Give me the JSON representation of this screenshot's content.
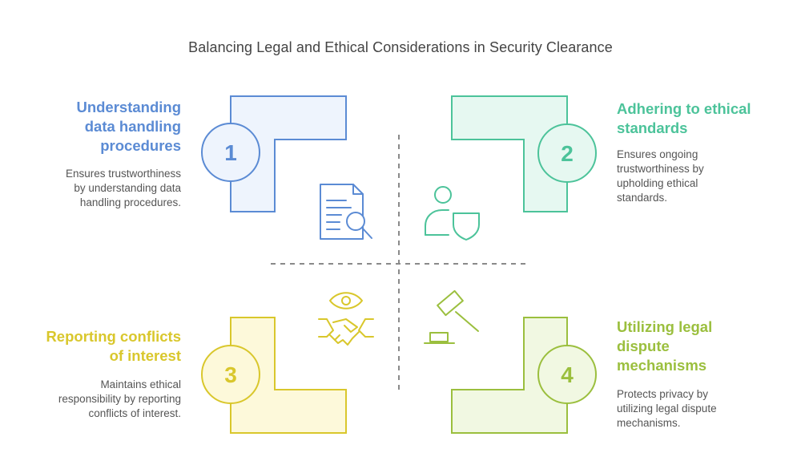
{
  "title": "Balancing Legal and Ethical Considerations in Security Clearance",
  "quadrants": [
    {
      "number": "1",
      "heading_lines": [
        "Understanding",
        "data handling",
        "procedures"
      ],
      "description_lines": [
        "Ensures trustworthiness",
        "by understanding data",
        "handling procedures."
      ],
      "color": "#5b8bd4",
      "fill": "#eef4fd",
      "icon": "document-search-icon"
    },
    {
      "number": "2",
      "heading_lines": [
        "Adhering to ethical",
        "standards"
      ],
      "description_lines": [
        "Ensures ongoing",
        "trustworthiness by",
        "upholding ethical",
        "standards."
      ],
      "color": "#4cc39a",
      "fill": "#e6f8f1",
      "icon": "user-shield-icon"
    },
    {
      "number": "3",
      "heading_lines": [
        "Reporting conflicts",
        "of interest"
      ],
      "description_lines": [
        "Maintains ethical",
        "responsibility by reporting",
        "conflicts of interest."
      ],
      "color": "#d9c72c",
      "fill": "#fdf9da",
      "icon": "eye-handshake-icon"
    },
    {
      "number": "4",
      "heading_lines": [
        "Utilizing legal",
        "dispute",
        "mechanisms"
      ],
      "description_lines": [
        "Protects privacy by",
        "utilizing legal dispute",
        "mechanisms."
      ],
      "color": "#9bbf3e",
      "fill": "#f1f8e2",
      "icon": "gavel-icon"
    }
  ]
}
